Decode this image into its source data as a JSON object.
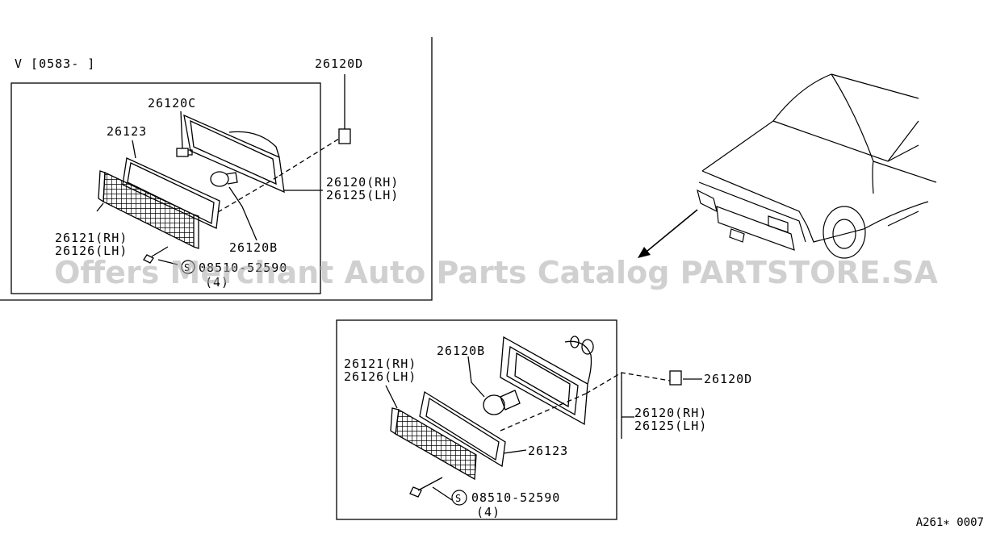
{
  "variant_label": "V [0583-      ]",
  "upper_panel": {
    "labels": {
      "clip": "26120D",
      "socket": "26120C",
      "gasket": "26123",
      "housing_rh": "26120(RH)",
      "housing_lh": "26125(LH)",
      "lens_rh": "26121(RH)",
      "lens_lh": "26126(LH)",
      "bulb": "26120B",
      "screw_std": "08510-52590",
      "screw_qty": "(4)"
    }
  },
  "lower_panel": {
    "labels": {
      "bulb": "26120B",
      "lens_rh": "26121(RH)",
      "lens_lh": "26126(LH)",
      "clip": "26120D",
      "housing_rh": "26120(RH)",
      "housing_lh": "26125(LH)",
      "gasket": "26123",
      "screw_std": "08510-52590",
      "screw_qty": "(4)"
    }
  },
  "standard_part_symbol": "S",
  "watermark": "Offers Merchant Auto Parts Catalog PARTSTORE.SA",
  "diagram_code": "A261∗ 0007"
}
